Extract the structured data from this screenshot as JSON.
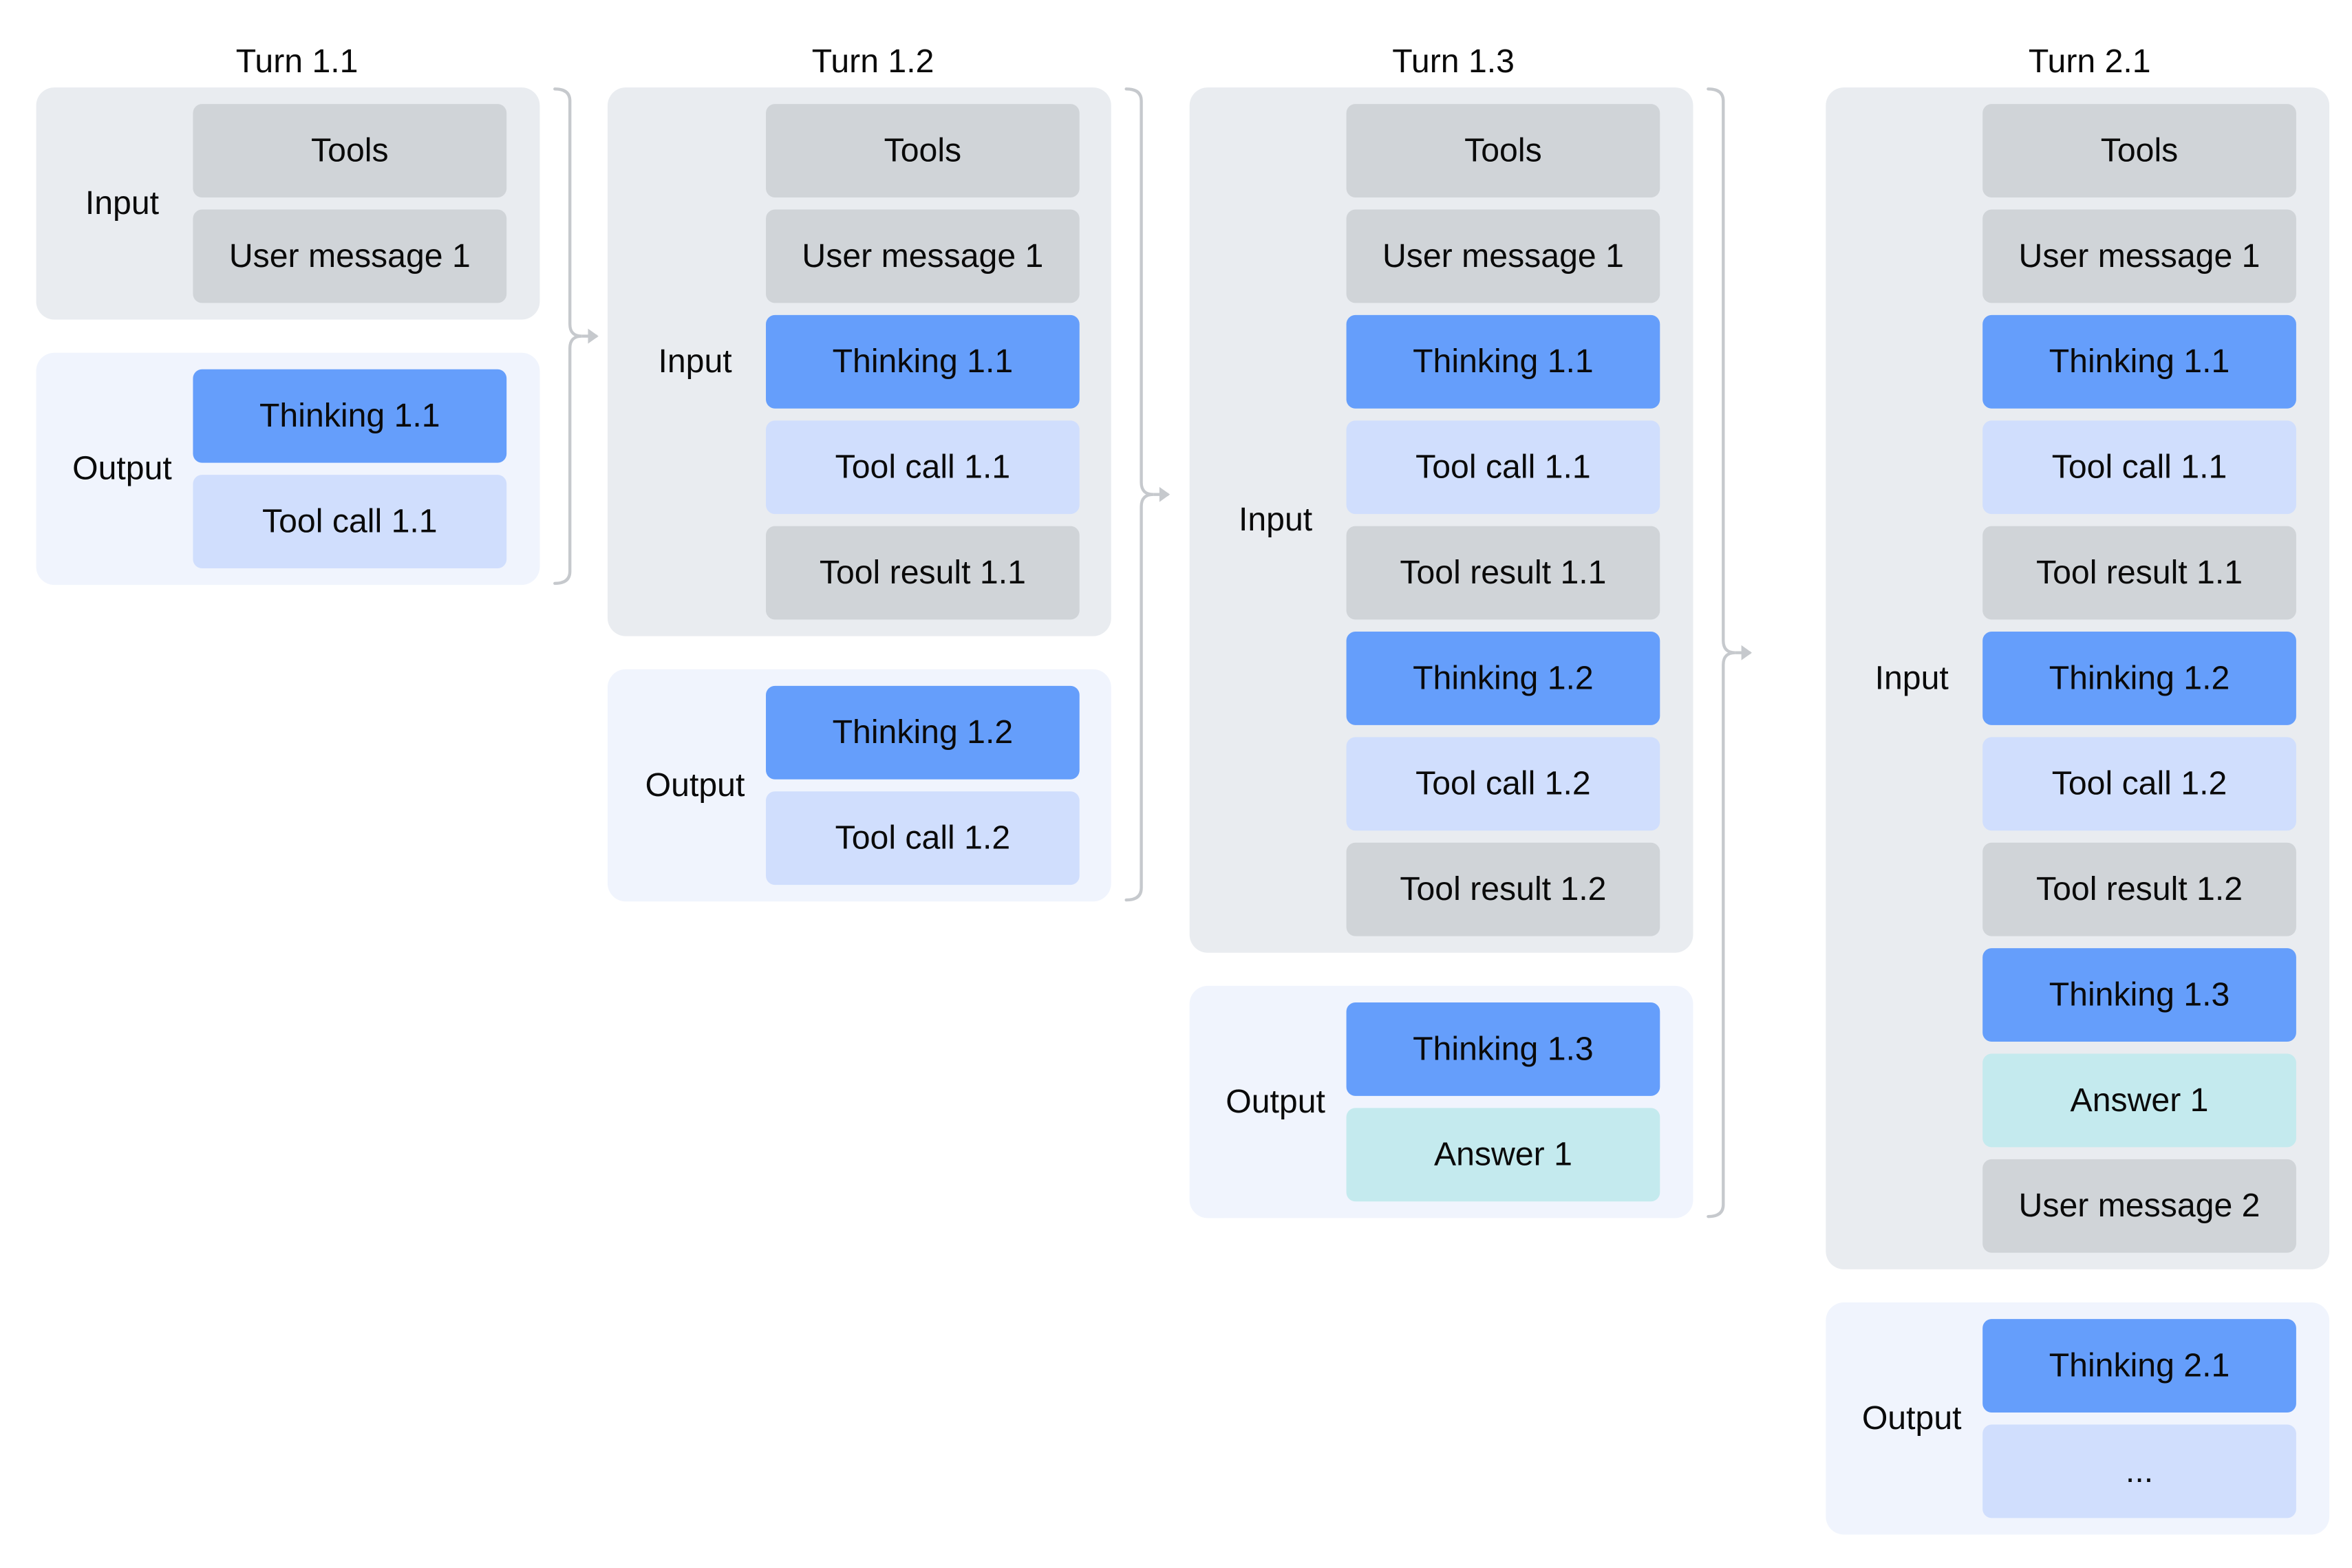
{
  "turns": [
    {
      "title": "Turn 1.1",
      "input_label": "Input",
      "output_label": "Output",
      "input_blocks": [
        {
          "text": "Tools",
          "kind": "tools"
        },
        {
          "text": "User message 1",
          "kind": "user"
        }
      ],
      "output_blocks": [
        {
          "text": "Thinking 1.1",
          "kind": "thinking"
        },
        {
          "text": "Tool call 1.1",
          "kind": "call"
        }
      ]
    },
    {
      "title": "Turn 1.2",
      "input_label": "Input",
      "output_label": "Output",
      "input_blocks": [
        {
          "text": "Tools",
          "kind": "tools"
        },
        {
          "text": "User message 1",
          "kind": "user"
        },
        {
          "text": "Thinking 1.1",
          "kind": "thinking"
        },
        {
          "text": "Tool call 1.1",
          "kind": "call"
        },
        {
          "text": "Tool result 1.1",
          "kind": "result"
        }
      ],
      "output_blocks": [
        {
          "text": "Thinking 1.2",
          "kind": "thinking"
        },
        {
          "text": "Tool call 1.2",
          "kind": "call"
        }
      ]
    },
    {
      "title": "Turn 1.3",
      "input_label": "Input",
      "output_label": "Output",
      "input_blocks": [
        {
          "text": "Tools",
          "kind": "tools"
        },
        {
          "text": "User message 1",
          "kind": "user"
        },
        {
          "text": "Thinking 1.1",
          "kind": "thinking"
        },
        {
          "text": "Tool call 1.1",
          "kind": "call"
        },
        {
          "text": "Tool result 1.1",
          "kind": "result"
        },
        {
          "text": "Thinking 1.2",
          "kind": "thinking"
        },
        {
          "text": "Tool call 1.2",
          "kind": "call"
        },
        {
          "text": "Tool result 1.2",
          "kind": "result"
        }
      ],
      "output_blocks": [
        {
          "text": "Thinking 1.3",
          "kind": "thinking"
        },
        {
          "text": "Answer 1",
          "kind": "answer"
        }
      ]
    },
    {
      "title": "Turn 2.1",
      "input_label": "Input",
      "output_label": "Output",
      "input_blocks": [
        {
          "text": "Tools",
          "kind": "tools"
        },
        {
          "text": "User message 1",
          "kind": "user"
        },
        {
          "text": "Thinking 1.1",
          "kind": "thinking"
        },
        {
          "text": "Tool call 1.1",
          "kind": "call"
        },
        {
          "text": "Tool result 1.1",
          "kind": "result"
        },
        {
          "text": "Thinking 1.2",
          "kind": "thinking"
        },
        {
          "text": "Tool call 1.2",
          "kind": "call"
        },
        {
          "text": "Tool result 1.2",
          "kind": "result"
        },
        {
          "text": "Thinking 1.3",
          "kind": "thinking"
        },
        {
          "text": "Answer 1",
          "kind": "answer"
        },
        {
          "text": "User message 2",
          "kind": "user"
        }
      ],
      "output_blocks": [
        {
          "text": "Thinking 2.1",
          "kind": "thinking"
        },
        {
          "text": "...",
          "kind": "more"
        }
      ]
    }
  ],
  "colors": {
    "input_panel": "#e9ecf0",
    "output_panel": "#f0f4fd",
    "gray_block": "#d0d4d8",
    "thinking_block": "#659efb",
    "tool_call_block": "#d0defd",
    "answer_block": "#c4eaee",
    "connector": "#c6c9cd"
  }
}
